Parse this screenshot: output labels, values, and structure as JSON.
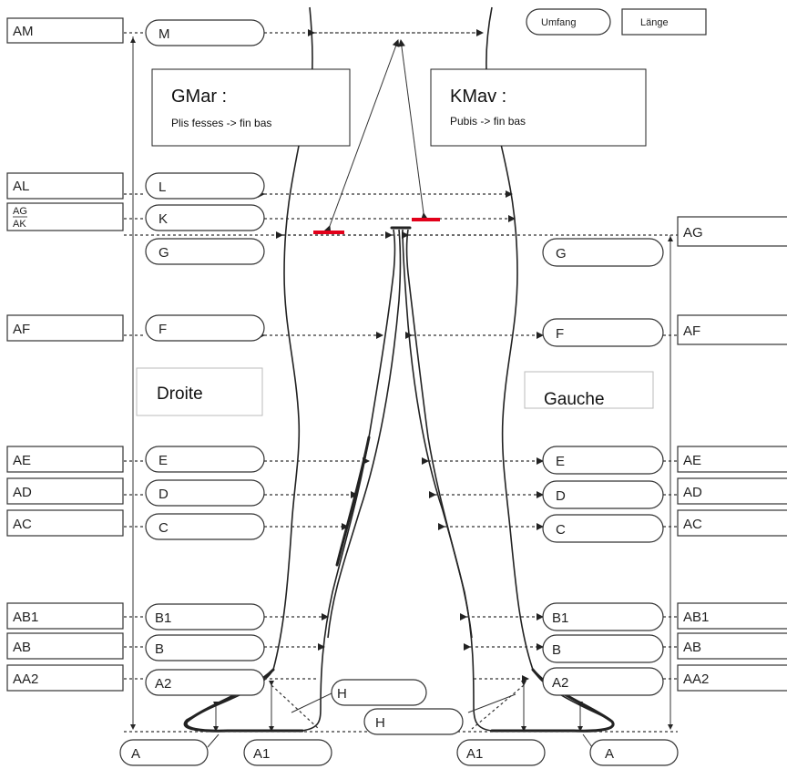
{
  "header": {
    "umfang_label": "Umfang",
    "laenge_label": "Länge"
  },
  "callouts": {
    "gmar": {
      "title": "GMar :",
      "subtitle": "Plis fesses -> fin bas"
    },
    "kmav": {
      "title": "KMav :",
      "subtitle": "Pubis -> fin bas"
    }
  },
  "sides": {
    "right": "Droite",
    "left": "Gauche"
  },
  "left_boxes": {
    "am": "AM",
    "al": "AL",
    "ag_top": "AG",
    "ak_bottom": "AK",
    "af": "AF",
    "ae": "AE",
    "ad": "AD",
    "ac": "AC",
    "ab1": "AB1",
    "ab": "AB",
    "aa2": "AA2"
  },
  "right_boxes": {
    "ag": "AG",
    "af": "AF",
    "ae": "AE",
    "ad": "AD",
    "ac": "AC",
    "ab1": "AB1",
    "ab": "AB",
    "aa2": "AA2"
  },
  "left_pills": {
    "m": "M",
    "l": "L",
    "k": "K",
    "g": "G",
    "f": "F",
    "e": "E",
    "d": "D",
    "c": "C",
    "b1": "B1",
    "b": "B",
    "a2": "A2",
    "a": "A",
    "a1": "A1"
  },
  "right_pills": {
    "g": "G",
    "f": "F",
    "e": "E",
    "d": "D",
    "c": "C",
    "b1": "B1",
    "b": "B",
    "a2": "A2",
    "a1": "A1",
    "a": "A"
  },
  "center_pills": {
    "h_upper": "H",
    "h_lower": "H"
  },
  "colors": {
    "marker": "#e2001a",
    "line": "#333333"
  }
}
